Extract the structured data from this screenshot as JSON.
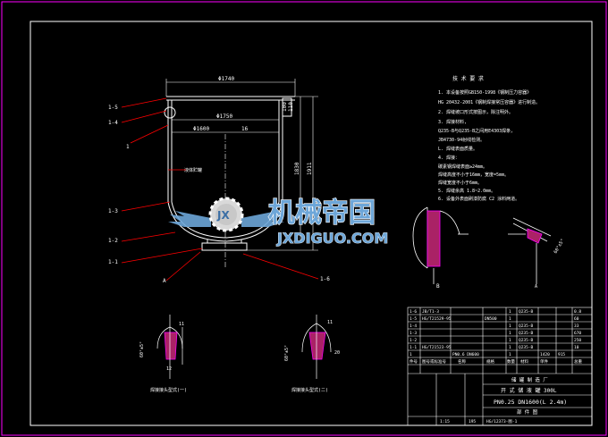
{
  "drawing": {
    "dims": {
      "top_width": "Φ1740",
      "inner_width": "Φ1750",
      "inner_width2": "Φ1600",
      "wall": "16",
      "height1": "1830",
      "height2": "1911",
      "small1": "100",
      "small2": "110"
    },
    "part_labels": [
      "1-5",
      "1-4",
      "1",
      "1-3",
      "1-2",
      "1-1",
      "1-6",
      "A"
    ],
    "vessel_note": "液体贮罐",
    "detail_a": "B",
    "detail_b": "A",
    "detail_dims": [
      "11",
      "12",
      "60°±5°",
      "11",
      "20",
      "60°±5°"
    ]
  },
  "tech_requirements": {
    "title": "技 术 要 求",
    "items": [
      "1. 本设备按照GB150-1998《钢制压力容器》",
      "   HG 20432-2001《钢制焊接常压容器》进行制造。",
      "2. 焊缝坡口形式按图示，除注明外。",
      "3. 焊接材料,",
      "   Q235-B与Q235-B之间用E4303焊条，",
      "   JB4730-94射线检测。",
      "   L. 焊缝表面质量。",
      "4. 焊接：",
      "   碳素钢焊缝表面≥24mm。",
      "   焊缝高度不小于16mm，宽度=5mm。",
      "   焊缝宽度不小于6mm。",
      "5. 焊缝余高 1.8~2.0mm。",
      "6. 设备外表面刷漆防腐 C2 涂料两道。"
    ]
  },
  "section_labels": {
    "left": "焊接接头型式(一)",
    "right": "焊接接头型式(二)"
  },
  "bom": {
    "rows": [
      [
        "1-6",
        "JB/T1-3",
        "",
        "",
        "1",
        "Q235-B",
        "",
        "0.8"
      ],
      [
        "1-5",
        "HG/T21529-95",
        "",
        "DN500",
        "1",
        "",
        "",
        "60"
      ],
      [
        "1-4",
        "",
        "",
        "",
        "1",
        "Q235-B",
        "",
        "33"
      ],
      [
        "1-3",
        "",
        "",
        "",
        "1",
        "Q235-B",
        "",
        "670"
      ],
      [
        "1-2",
        "",
        "",
        "",
        "1",
        "Q235-B",
        "",
        "250"
      ],
      [
        "1-1",
        "HG/T21523-95",
        "",
        "",
        "1",
        "Q235-B",
        "",
        "10"
      ]
    ],
    "header": [
      "件号",
      "图号或标准号",
      "名称",
      "规格",
      "数量",
      "材料",
      "单件",
      "总重"
    ],
    "assembly_row": [
      "1",
      "",
      "PN0.6 DN600",
      "",
      "1",
      "",
      "1420",
      "915"
    ]
  },
  "title_block": {
    "company": "储 罐 制 造 厂",
    "name": "开 式 储 液 罐 300L",
    "spec": "PN0.25 DN1600(L 2.4m)",
    "part": "部 件 图",
    "code": "HG/12373-图-1",
    "scale": "1:15",
    "weight": "195"
  },
  "watermark": {
    "brand": "机械帝国",
    "url": "JXDIGUO.COM",
    "badge": "JX"
  },
  "colors": {
    "background": "#000000",
    "frame": "#ffffff",
    "leader": "#ff0000",
    "dim": "#ffffff",
    "accent": "#ff00ff",
    "watermark": "#6da6d8"
  }
}
